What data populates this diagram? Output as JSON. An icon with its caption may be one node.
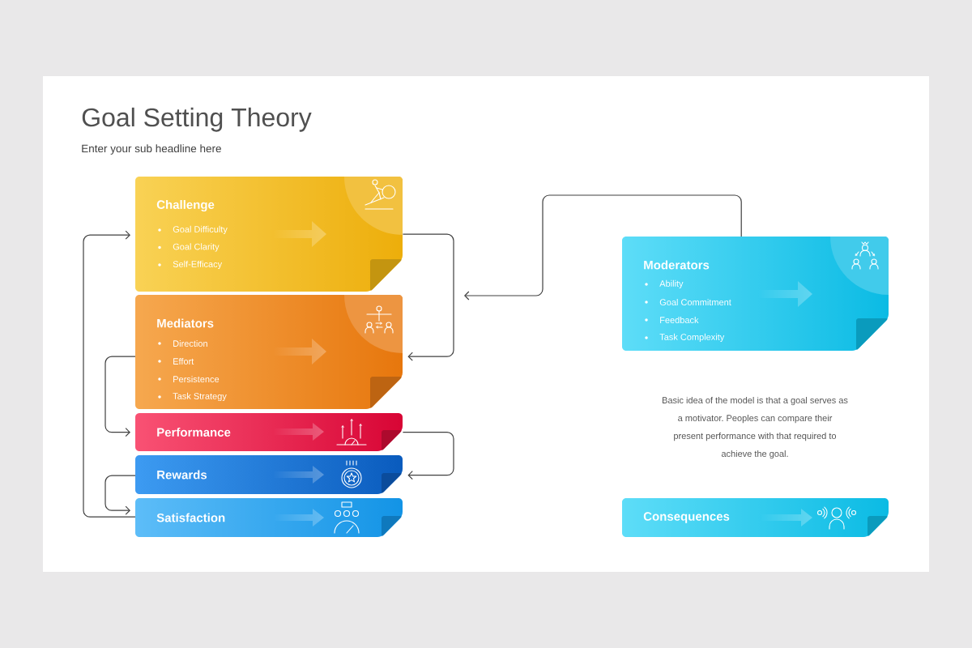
{
  "diagram": {
    "title": "Goal Setting Theory",
    "nodes": [
      {
        "text": [
          "Challenge",
          "Goal Difficulty",
          "Goal Clarity",
          "Self-Efficacy"
        ]
      },
      {
        "text": [
          "Mediators",
          "Direction",
          "Effort",
          "Persistence",
          "Task Strategy"
        ]
      },
      {
        "text": [
          "Performance"
        ]
      },
      {
        "text": [
          "Rewards"
        ]
      },
      {
        "text": [
          "Satisfaction"
        ]
      },
      {
        "text": [
          "Moderators",
          "Ability",
          "Goal Commitment",
          "Feedback",
          "Task Complexity"
        ]
      },
      {
        "text": [
          "Consequences"
        ]
      }
    ],
    "edges": [
      {
        "from": 4,
        "to": 0,
        "arrow": "to"
      },
      {
        "from": 0,
        "to": 1,
        "arrow": "to"
      },
      {
        "from": 5,
        "to": null,
        "arrow": "to"
      },
      {
        "from": 1,
        "to": 2,
        "arrow": "to"
      },
      {
        "from": 2,
        "to": 3,
        "arrow": "to"
      },
      {
        "from": 3,
        "to": 4,
        "arrow": "to"
      }
    ],
    "labels": [
      "Enter your sub headline here",
      "Basic idea of the model is that a goal serves as a motivator. Peoples can compare their present performance with that required to achieve the goal."
    ]
  }
}
